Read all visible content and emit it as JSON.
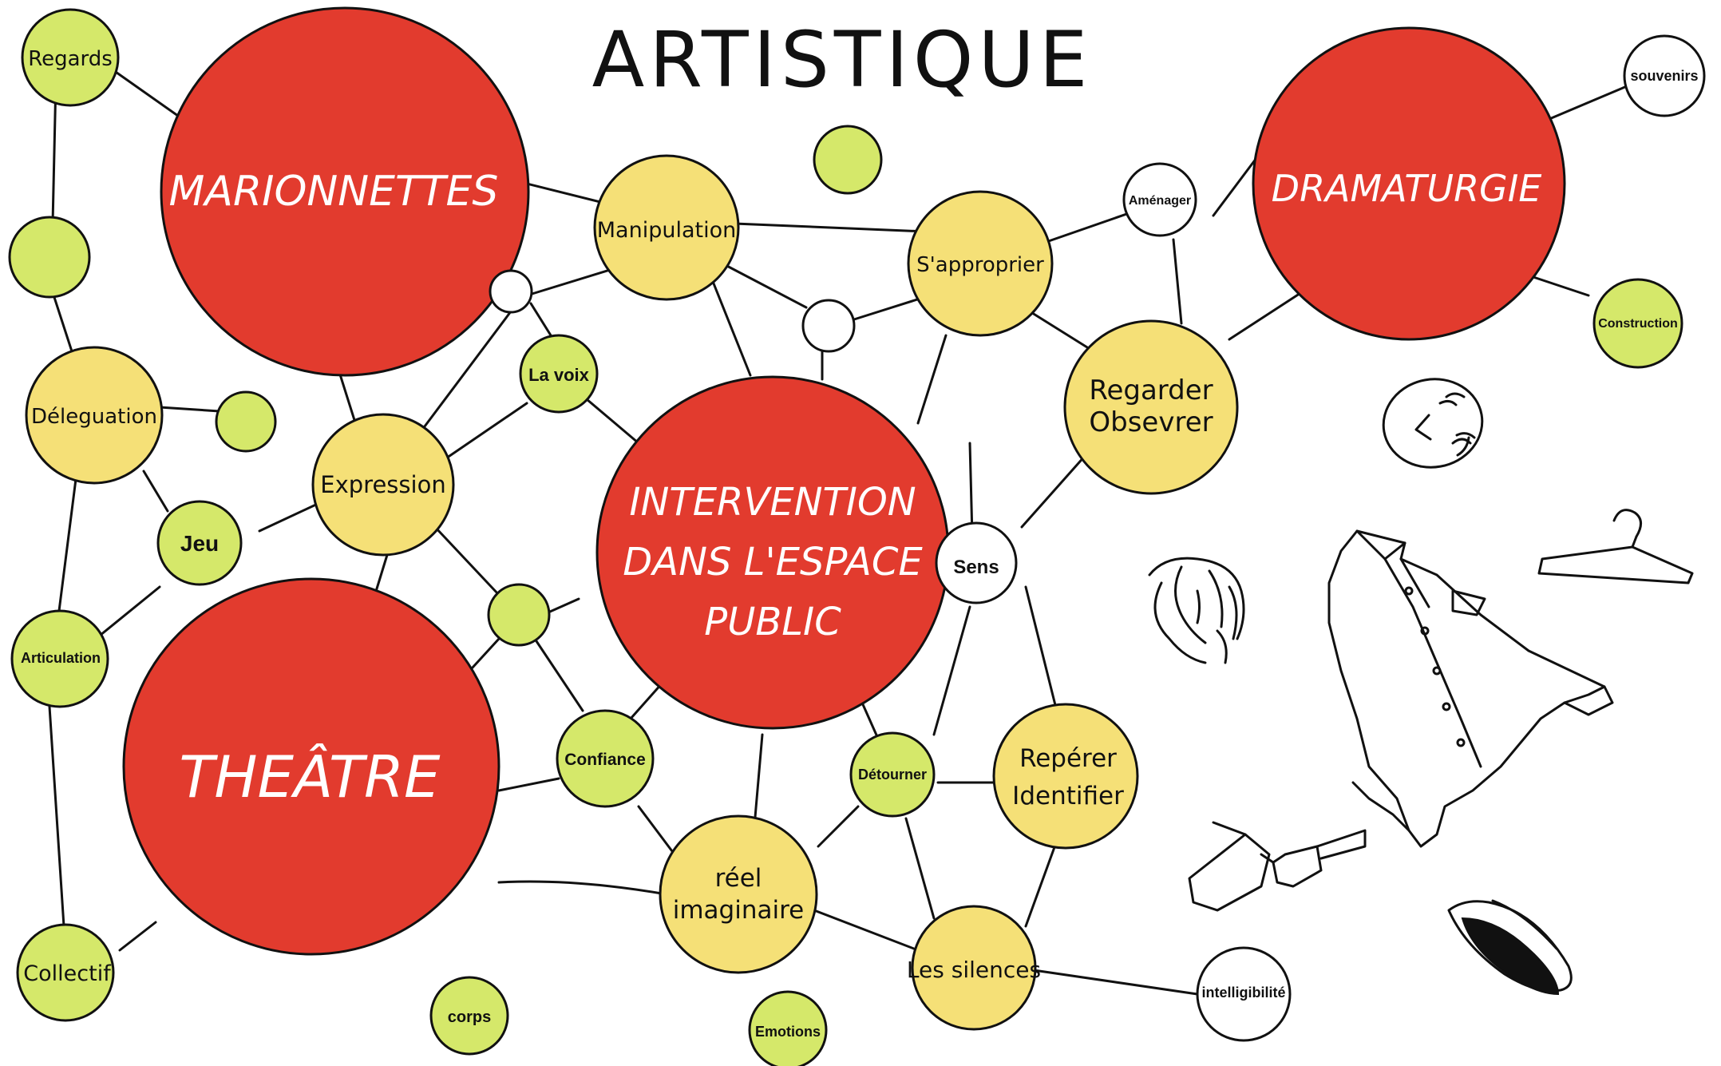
{
  "title": "ARTISTIQUE",
  "colors": {
    "major": "#e23b2e",
    "concept": "#f5e077",
    "minor": "#d5e86a",
    "empty": "#ffffff",
    "stroke": "#111111"
  },
  "major_nodes": {
    "marionnettes": "MARIONNETTES",
    "dramaturgie": "DRAMATURGIE",
    "intervention": [
      "INTERVENTION",
      "DANS L'ESPACE",
      "PUBLIC"
    ],
    "theatre": "THEÂTRE"
  },
  "concept_nodes": {
    "manipulation": "Manipulation",
    "sapproprier": "S'approprier",
    "regarder": [
      "Regarder",
      "Obsevrer"
    ],
    "deleguation": "Déleguation",
    "expression": "Expression",
    "reperer": [
      "Repérer",
      "Identifier"
    ],
    "reel": [
      "réel",
      "imaginaire"
    ],
    "silences": "Les silences"
  },
  "minor_nodes": {
    "regards": "Regards",
    "lavoix": "La voix",
    "jeu": "Jeu",
    "articulation": "Articulation",
    "confiance": "Confiance",
    "detourner": "Détourner",
    "collectif": "Collectif",
    "corps": "corps",
    "emotions": "Emotions",
    "construction": "Construction"
  },
  "white_nodes": {
    "souvenirs": "souvenirs",
    "amenager": "Aménager",
    "sens": "Sens",
    "intelligibilite": "intelligibilité"
  },
  "illustrations": [
    "mask-icon",
    "wig-icon",
    "shirt-icon",
    "hanger-icon",
    "glasses-icon",
    "hat-icon"
  ]
}
